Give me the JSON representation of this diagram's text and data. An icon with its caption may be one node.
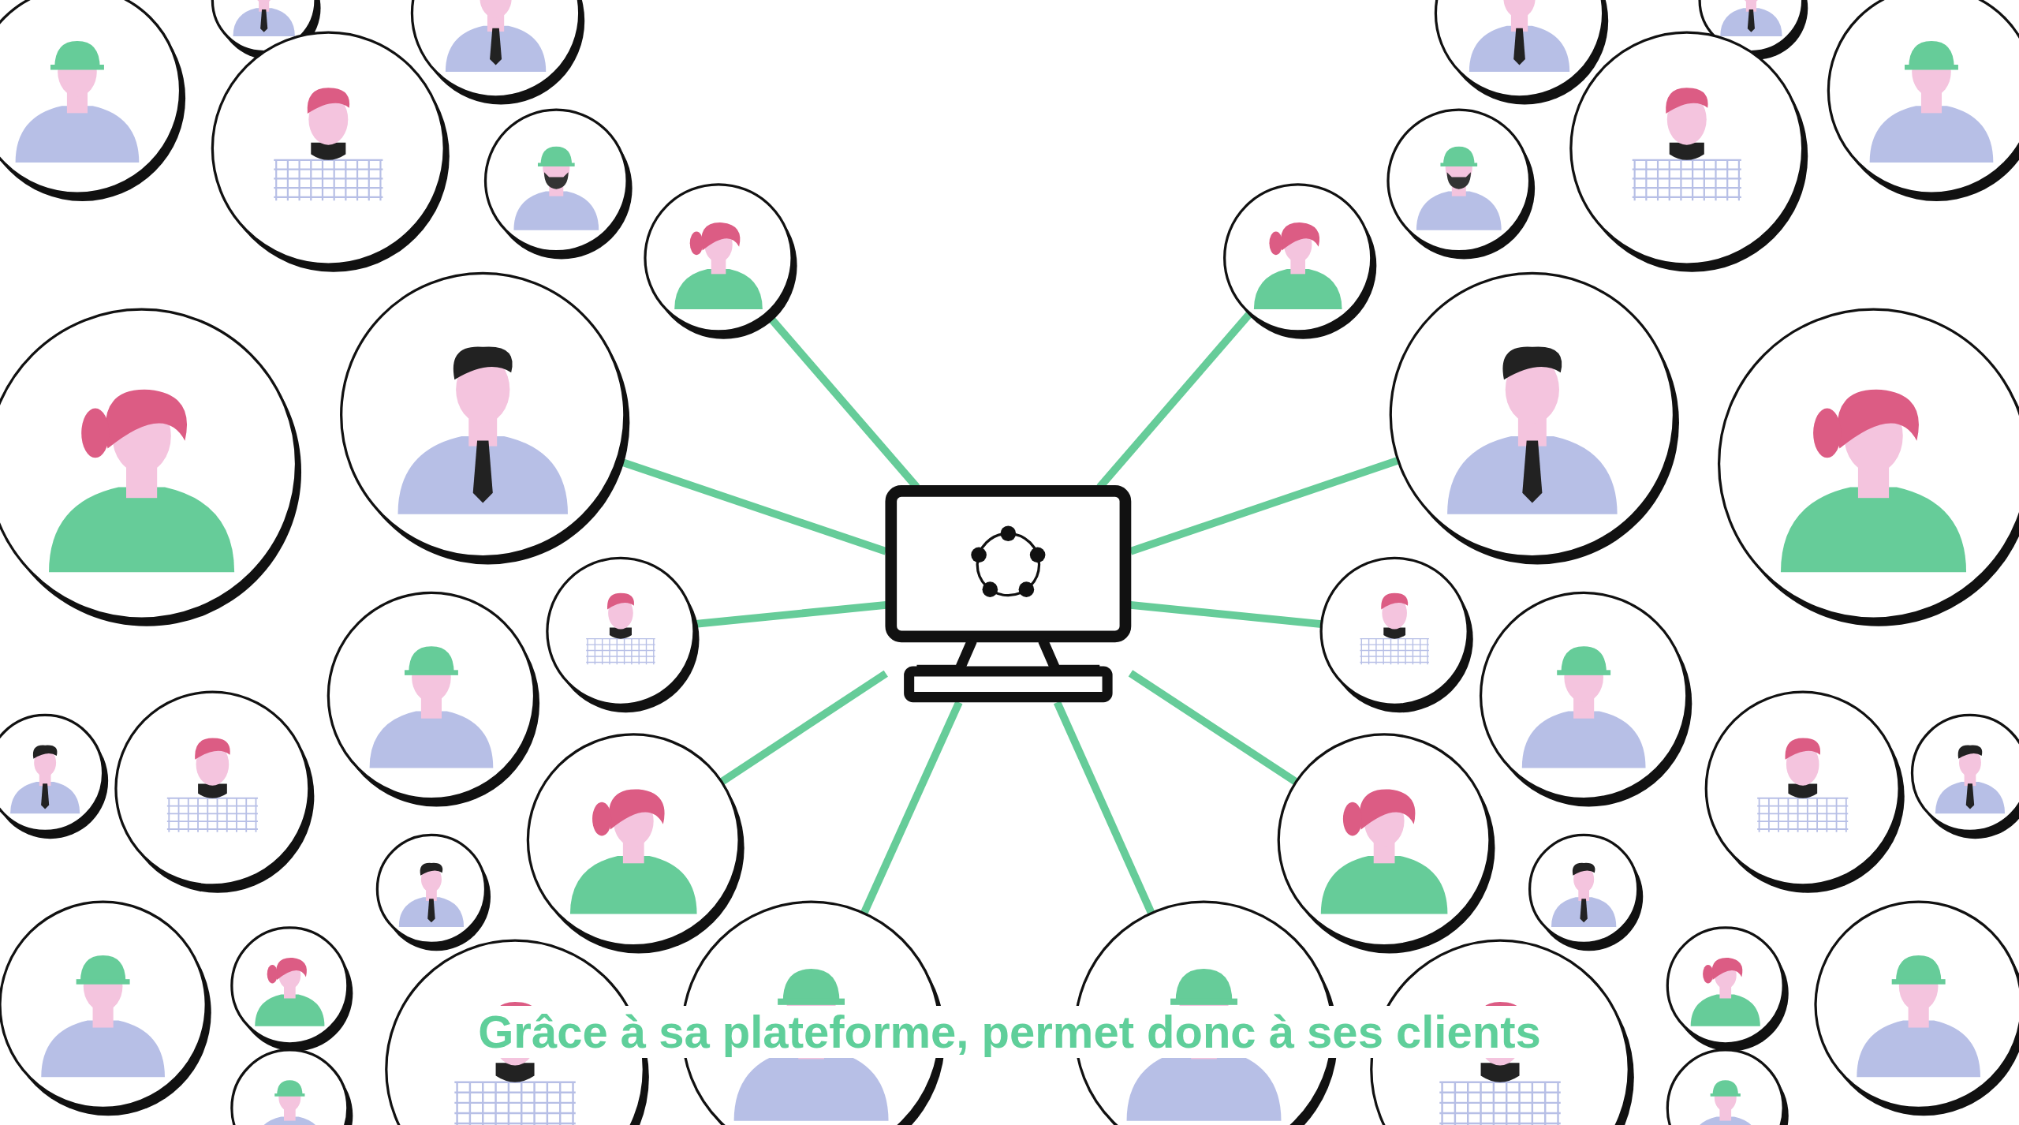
{
  "diagram": {
    "caption": "Grâce à sa plateforme, permet donc à ses clients",
    "nodes": [
      {
        "text": [],
        "shape": "picture"
      },
      {
        "text": [],
        "shape": "picture"
      },
      {
        "text": [],
        "shape": "picture"
      },
      {
        "text": [],
        "shape": "picture"
      },
      {
        "text": [],
        "shape": "picture"
      },
      {
        "text": [],
        "shape": "picture"
      },
      {
        "text": [],
        "shape": "picture"
      },
      {
        "text": [],
        "shape": "picture"
      },
      {
        "text": [],
        "shape": "picture"
      },
      {
        "text": [],
        "shape": "picture"
      },
      {
        "text": [],
        "shape": "picture"
      },
      {
        "text": [],
        "shape": "picture"
      },
      {
        "text": [],
        "shape": "picture"
      },
      {
        "text": [],
        "shape": "picture"
      },
      {
        "text": [],
        "shape": "picture"
      },
      {
        "text": [],
        "shape": "picture"
      },
      {
        "text": [],
        "shape": "picture"
      },
      {
        "text": [],
        "shape": "picture"
      },
      {
        "text": [],
        "shape": "picture"
      },
      {
        "text": [],
        "shape": "picture"
      },
      {
        "text": [],
        "shape": "picture"
      },
      {
        "text": [],
        "shape": "picture"
      },
      {
        "text": [],
        "shape": "picture"
      },
      {
        "text": [],
        "shape": "picture"
      },
      {
        "text": [],
        "shape": "picture"
      },
      {
        "text": [],
        "shape": "picture"
      },
      {
        "text": [],
        "shape": "picture"
      },
      {
        "text": [],
        "shape": "picture"
      },
      {
        "text": [],
        "shape": "picture"
      },
      {
        "text": [],
        "shape": "picture"
      },
      {
        "text": [],
        "shape": "picture"
      },
      {
        "text": [],
        "shape": "picture"
      },
      {
        "text": [],
        "shape": "picture"
      },
      {
        "text": [],
        "shape": "picture"
      },
      {
        "text": [],
        "shape": "picture"
      },
      {
        "text": [],
        "shape": "picture"
      },
      {
        "text": [],
        "shape": "picture"
      },
      {
        "text": [],
        "shape": "picture"
      },
      {
        "text": [],
        "shape": "picture"
      }
    ],
    "edges": [
      {
        "from": 16,
        "to": 10,
        "arrow": "none"
      },
      {
        "from": 16,
        "to": 11,
        "arrow": "none"
      },
      {
        "from": 16,
        "to": 12,
        "arrow": "none"
      },
      {
        "from": 16,
        "to": 13,
        "arrow": "none"
      },
      {
        "from": 16,
        "to": 17,
        "arrow": "none"
      },
      {
        "from": 16,
        "to": 18,
        "arrow": "none"
      },
      {
        "from": 16,
        "to": 25,
        "arrow": "none"
      },
      {
        "from": 16,
        "to": 26,
        "arrow": "none"
      },
      {
        "from": 16,
        "to": 33,
        "arrow": "none"
      },
      {
        "from": 16,
        "to": 34,
        "arrow": "none"
      }
    ]
  }
}
